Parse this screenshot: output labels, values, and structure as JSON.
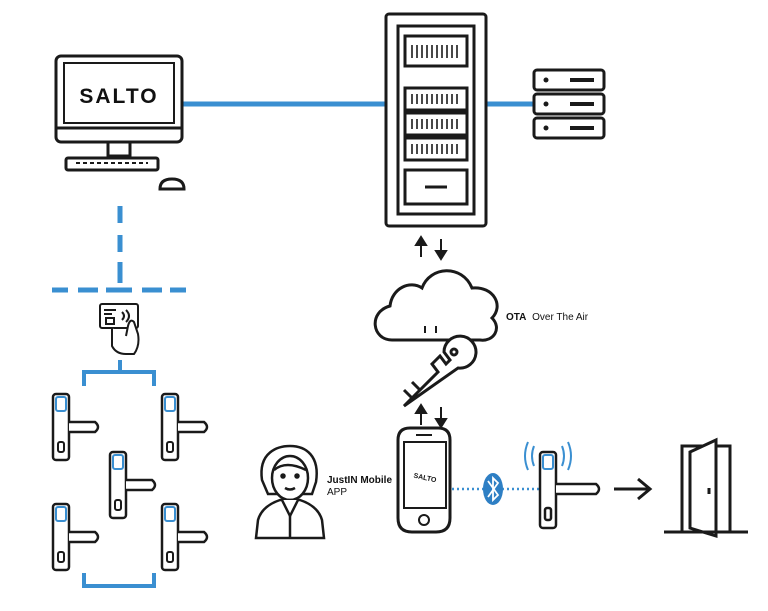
{
  "labels": {
    "brand": "SALTO",
    "phone_brand": "SALTO",
    "ota_bold": "OTA",
    "ota_rest": "Over The Air",
    "mobile_title": "JustIN Mobile",
    "mobile_sub": "APP"
  },
  "colors": {
    "accent_blue": "#3a8fd1",
    "outline": "#1a1a1a",
    "bluetooth": "#2e7fc4"
  },
  "icons": {
    "computer": "desktop-computer-icon",
    "rack": "server-rack-icon",
    "small_server": "server-stack-icon",
    "cloud": "cloud-icon",
    "key": "key-icon",
    "phone": "smartphone-icon",
    "person": "user-avatar-icon",
    "bluetooth": "bluetooth-icon",
    "door": "open-door-icon",
    "card": "access-card-icon"
  }
}
